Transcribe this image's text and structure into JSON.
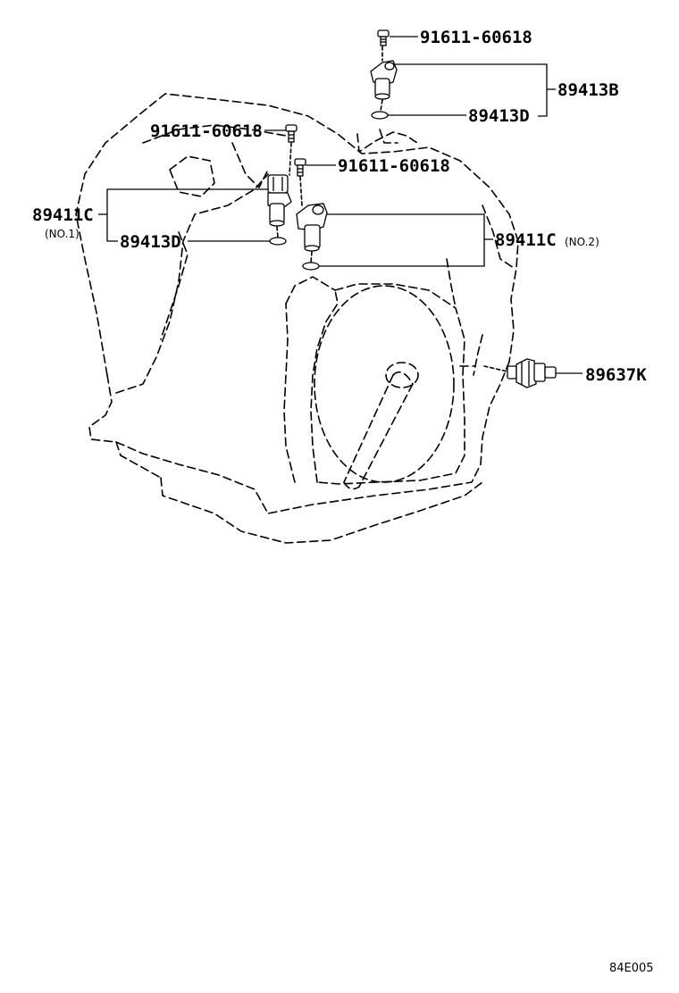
{
  "labels": {
    "bolt_top": "91611-60618",
    "sensor_b": "89413B",
    "oring_top": "89413D",
    "bolt_left": "91611-60618",
    "bolt_mid": "91611-60618",
    "sensor_no1": "89411C",
    "sensor_no1_sub": "(NO.1)",
    "oring_left": "89413D",
    "sensor_no2": "89411C",
    "sensor_no2_sub": "(NO.2)",
    "switch": "89637K"
  },
  "figure_code": "84E005"
}
